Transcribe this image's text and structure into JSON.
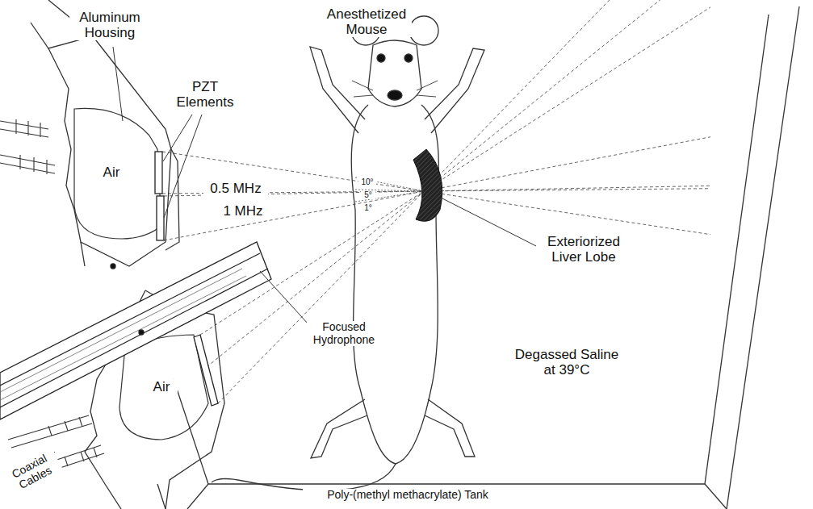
{
  "diagram": {
    "labels": [
      "Aluminum Housing",
      "Anesthetized Mouse",
      "PZT Elements",
      "Air",
      "0.5 MHz",
      "1 MHz",
      "10°",
      "5°",
      "1°",
      "Exteriorized Liver Lobe",
      "Focused Hydrophone",
      "Degassed Saline at 39°C",
      "Air",
      "Coaxial Cables",
      "Poly-(methyl methacrylate) Tank"
    ]
  }
}
